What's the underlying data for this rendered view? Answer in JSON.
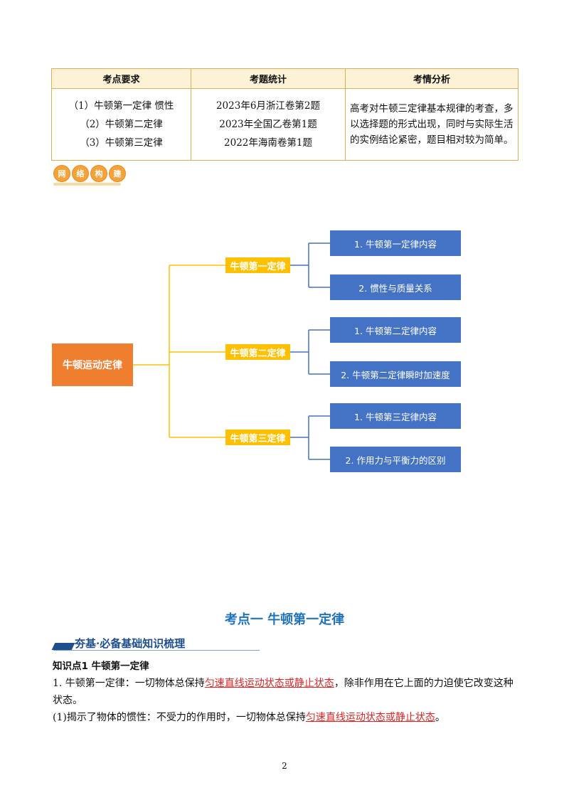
{
  "table": {
    "headers": [
      "考点要求",
      "考题统计",
      "考情分析"
    ],
    "requirements": [
      "（1）牛顿第一定律  惯性",
      "（2）牛顿第二定律",
      "（3）牛顿第三定律"
    ],
    "stats": [
      "2023年6月浙江卷第2题",
      "2023年全国乙卷第1题",
      "2022年海南卷第1题"
    ],
    "analysis": "高考对牛顿三定律基本规律的考查，多以选择题的形式出现，同时与实际生活的实例结论紧密，题目相对较为简单。"
  },
  "badge": [
    "网",
    "络",
    "构",
    "建"
  ],
  "mindmap": {
    "root": "牛顿运动定律",
    "branches": [
      {
        "label": "牛顿第一定律",
        "items": [
          "1. 牛顿第一定律内容",
          "2. 惯性与质量关系"
        ]
      },
      {
        "label": "牛顿第二定律",
        "items": [
          "1. 牛顿第二定律内容",
          "2. 牛顿第二定律瞬时加速度"
        ]
      },
      {
        "label": "牛顿第三定律",
        "items": [
          "1. 牛顿第三定律内容",
          "2. 作用力与平衡力的区别"
        ]
      }
    ]
  },
  "kaodian_title": "考点一  牛顿第一定律",
  "section_banner": "夯基·必备基础知识梳理",
  "knowledge": {
    "heading": "知识点1  牛顿第一定律",
    "p1_prefix": "1. 牛顿第一定律：一切物体总保持",
    "p1_highlight": "匀速直线运动状态或静止状态",
    "p1_suffix": "，除非作用在它上面的力迫使它改变这种状态。",
    "p2_prefix": "(1)揭示了物体的惯性：不受力的作用时，一切物体总保持",
    "p2_highlight": "匀速直线运动状态或静止状态",
    "p2_suffix": "。"
  },
  "page_number": "2",
  "colors": {
    "root": "#f07e2f",
    "branch": "#ffc000",
    "leaf": "#4472c4",
    "title": "#1e73be",
    "highlight": "#e02424"
  }
}
